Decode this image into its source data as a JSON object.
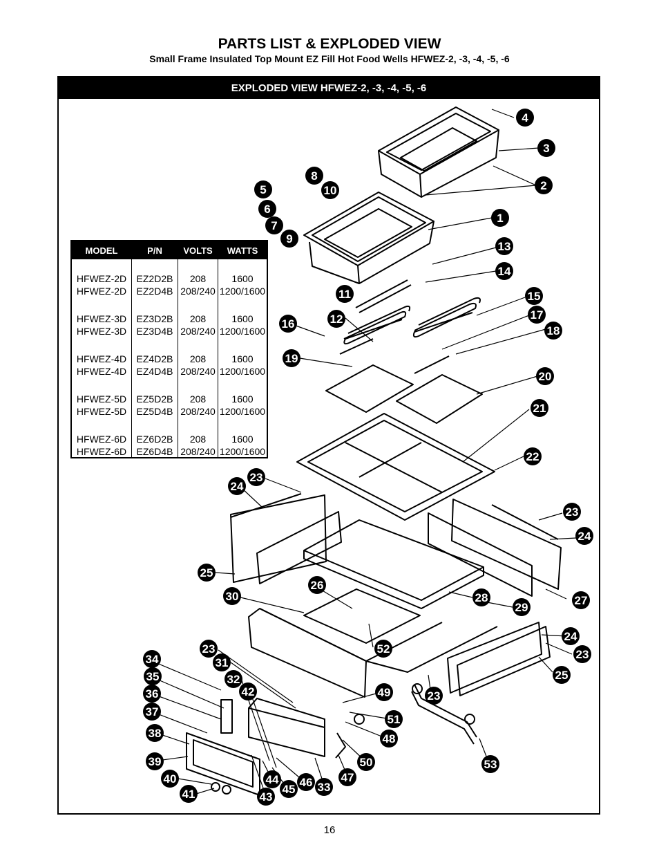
{
  "header": {
    "title": "PARTS LIST & EXPLODED VIEW",
    "subtitle": "Small Frame Insulated Top Mount EZ Fill Hot Food Wells  HFWEZ-2, -3, -4, -5, -6"
  },
  "diagram": {
    "heading": "EXPLODED VIEW HFWEZ-2, -3, -4, -5, -6",
    "callouts": [
      "1",
      "2",
      "3",
      "4",
      "5",
      "6",
      "7",
      "8",
      "9",
      "10",
      "11",
      "12",
      "13",
      "14",
      "15",
      "16",
      "17",
      "18",
      "19",
      "20",
      "21",
      "22",
      "23",
      "24",
      "25",
      "26",
      "27",
      "28",
      "29",
      "30",
      "31",
      "32",
      "33",
      "34",
      "35",
      "36",
      "37",
      "38",
      "39",
      "40",
      "41",
      "42",
      "43",
      "44",
      "45",
      "46",
      "47",
      "48",
      "49",
      "50",
      "51",
      "52",
      "53"
    ]
  },
  "spec_table": {
    "headers": [
      "MODEL",
      "P/N",
      "VOLTS",
      "WATTS"
    ],
    "rows": [
      [
        "HFWEZ-2D",
        "EZ2D2B",
        "208",
        "1600"
      ],
      [
        "HFWEZ-2D",
        "EZ2D4B",
        "208/240",
        "1200/1600"
      ],
      [
        "HFWEZ-3D",
        "EZ3D2B",
        "208",
        "1600"
      ],
      [
        "HFWEZ-3D",
        "EZ3D4B",
        "208/240",
        "1200/1600"
      ],
      [
        "HFWEZ-4D",
        "EZ4D2B",
        "208",
        "1600"
      ],
      [
        "HFWEZ-4D",
        "EZ4D4B",
        "208/240",
        "1200/1600"
      ],
      [
        "HFWEZ-5D",
        "EZ5D2B",
        "208",
        "1600"
      ],
      [
        "HFWEZ-5D",
        "EZ5D4B",
        "208/240",
        "1200/1600"
      ],
      [
        "HFWEZ-6D",
        "EZ6D2B",
        "208",
        "1600"
      ],
      [
        "HFWEZ-6D",
        "EZ6D4B",
        "208/240",
        "1200/1600"
      ]
    ]
  },
  "footer": {
    "page_number": "16"
  }
}
